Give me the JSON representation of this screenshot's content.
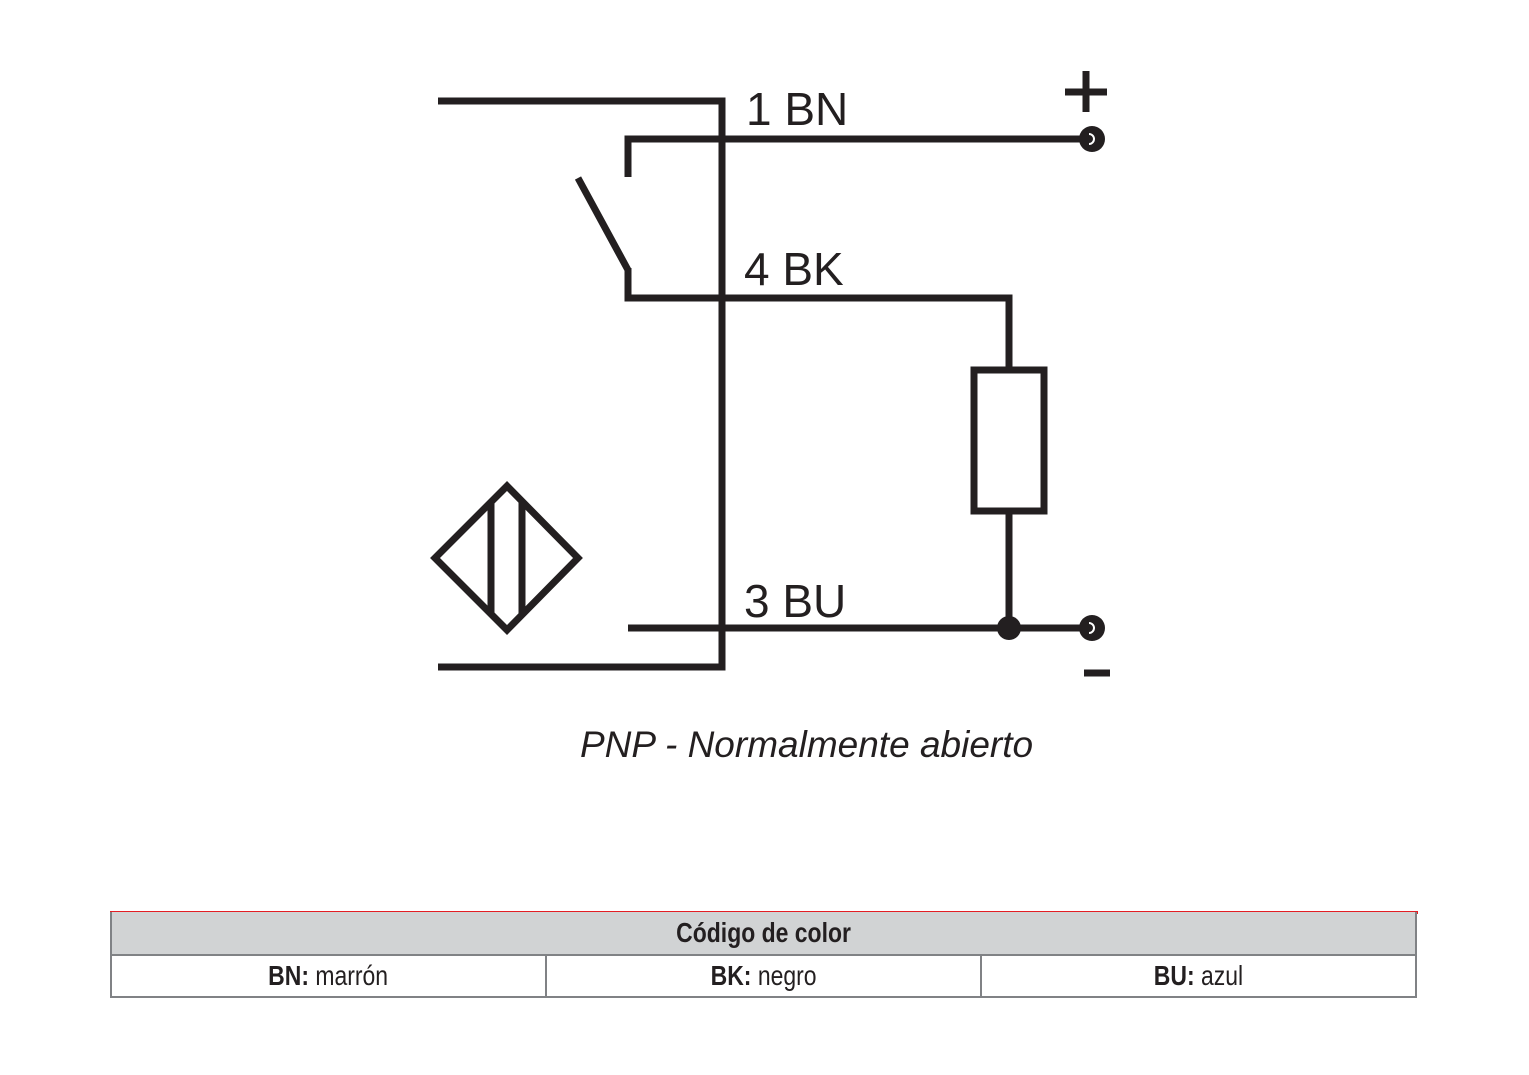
{
  "diagram": {
    "title": "PNP - Normalmente abierto",
    "terminals": [
      {
        "pin": "1 BN",
        "polarity": "+"
      },
      {
        "pin": "4 BK",
        "polarity": ""
      },
      {
        "pin": "3 BU",
        "polarity": "-"
      }
    ],
    "polarity_plus": "+",
    "polarity_minus": "-",
    "components": [
      "inductive-sensor-symbol",
      "switch-normally-open",
      "load-resistor"
    ]
  },
  "legend": {
    "header": "Código de color",
    "entries": [
      {
        "code": "BN:",
        "color": "marrón"
      },
      {
        "code": "BK:",
        "color": "negro"
      },
      {
        "code": "BU:",
        "color": "azul"
      }
    ],
    "accent_color": "#e31e24",
    "header_bg": "#d1d3d4"
  }
}
